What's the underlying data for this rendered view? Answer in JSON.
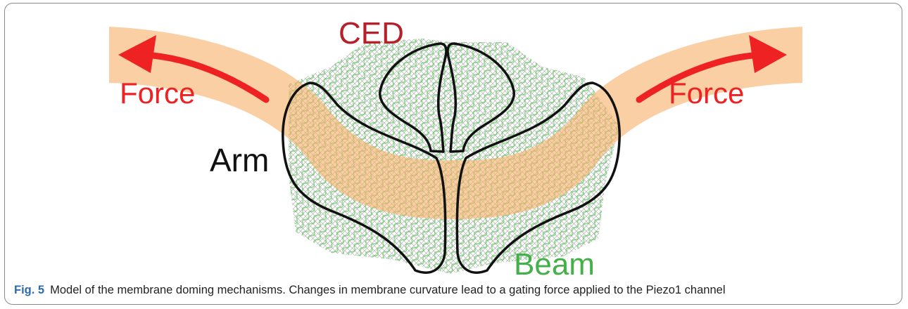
{
  "figure": {
    "labels": {
      "ced": "CED",
      "force_left": "Force",
      "force_right": "Force",
      "arm": "Arm",
      "beam": "Beam"
    },
    "colors": {
      "ced": "#b5202a",
      "force": "#ee2222",
      "arm": "#111111",
      "beam": "#44b049",
      "membrane": "#f5b26b",
      "protein_mesh": "#8c8c8c",
      "protein_helix": "#4cc04c"
    }
  },
  "caption": {
    "label": "Fig. 5",
    "text": "Model of the membrane doming mechanisms. Changes in membrane curvature lead to a gating force applied to the Piezo1 channel"
  }
}
